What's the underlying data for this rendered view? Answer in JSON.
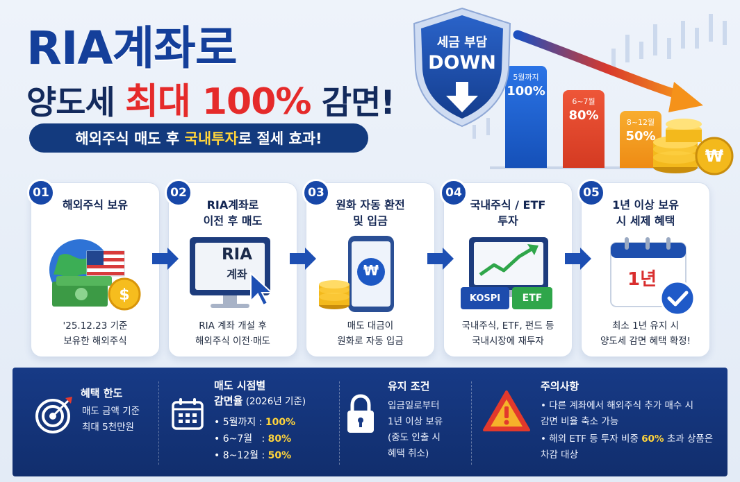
{
  "header": {
    "title_line1": "RIA계좌로",
    "title_line2_prefix": "양도세 ",
    "title_line2_highlight": "최대 100%",
    "title_line2_suffix": " 감면!",
    "subtitle_prefix": "해외주식 매도 후 ",
    "subtitle_highlight": "국내투자",
    "subtitle_suffix": "로 절세 효과!"
  },
  "hero": {
    "shield_line1": "세금 부담",
    "shield_line2": "DOWN",
    "bars": [
      {
        "period": "5월까지",
        "rate": "100%",
        "color": "#1f63d4"
      },
      {
        "period": "6~7월",
        "rate": "80%",
        "color": "#e2452e"
      },
      {
        "period": "8~12월",
        "rate": "50%",
        "color": "#f39a1c"
      }
    ]
  },
  "steps": [
    {
      "num": "01",
      "title": "해외주식 보유",
      "desc": "'25.12.23 기준\n보유한 해외주식"
    },
    {
      "num": "02",
      "title": "RIA계좌로\n이전 후 매도",
      "desc": "RIA 계좌 개설 후\n해외주식 이전·매도",
      "screen_line1": "RIA",
      "screen_line2": "계좌"
    },
    {
      "num": "03",
      "title": "원화 자동 환전\n및 입금",
      "desc": "매도 대금이\n원화로 자동 입금",
      "coin_symbol": "₩"
    },
    {
      "num": "04",
      "title": "국내주식 / ETF\n투자",
      "desc": "국내주식, ETF, 펀드 등\n국내시장에 재투자",
      "tag1": "KOSPI",
      "tag2": "ETF"
    },
    {
      "num": "05",
      "title": "1년 이상 보유\n시 세제 혜택",
      "desc": "최소 1년 유지 시\n양도세 감면 혜택 확정!",
      "calendar_text": "1년"
    }
  ],
  "info": {
    "limit": {
      "title": "혜택 한도",
      "text": "매도 금액 기준\n최대 5천만원"
    },
    "rates": {
      "title": "매도 시점별\n감면율",
      "note": " (2026년 기준)",
      "items": [
        {
          "label": "• 5월까지 : ",
          "value": "100%"
        },
        {
          "label": "• 6~7월   : ",
          "value": "80%"
        },
        {
          "label": "• 8~12월 : ",
          "value": "50%"
        }
      ]
    },
    "keep": {
      "title": "유지 조건",
      "text": "입금일로부터\n1년 이상 보유\n(중도 인출 시\n혜택 취소)"
    },
    "caution": {
      "title": "주의사항",
      "item1": "• 다른 계좌에서 해외주식 추가 매수 시\n  감면 비율 축소 가능",
      "item2_prefix": "• 해외 ETF 등 투자 비중 ",
      "item2_highlight": "60%",
      "item2_suffix": " 초과 상품은\n  차감 대상"
    }
  }
}
